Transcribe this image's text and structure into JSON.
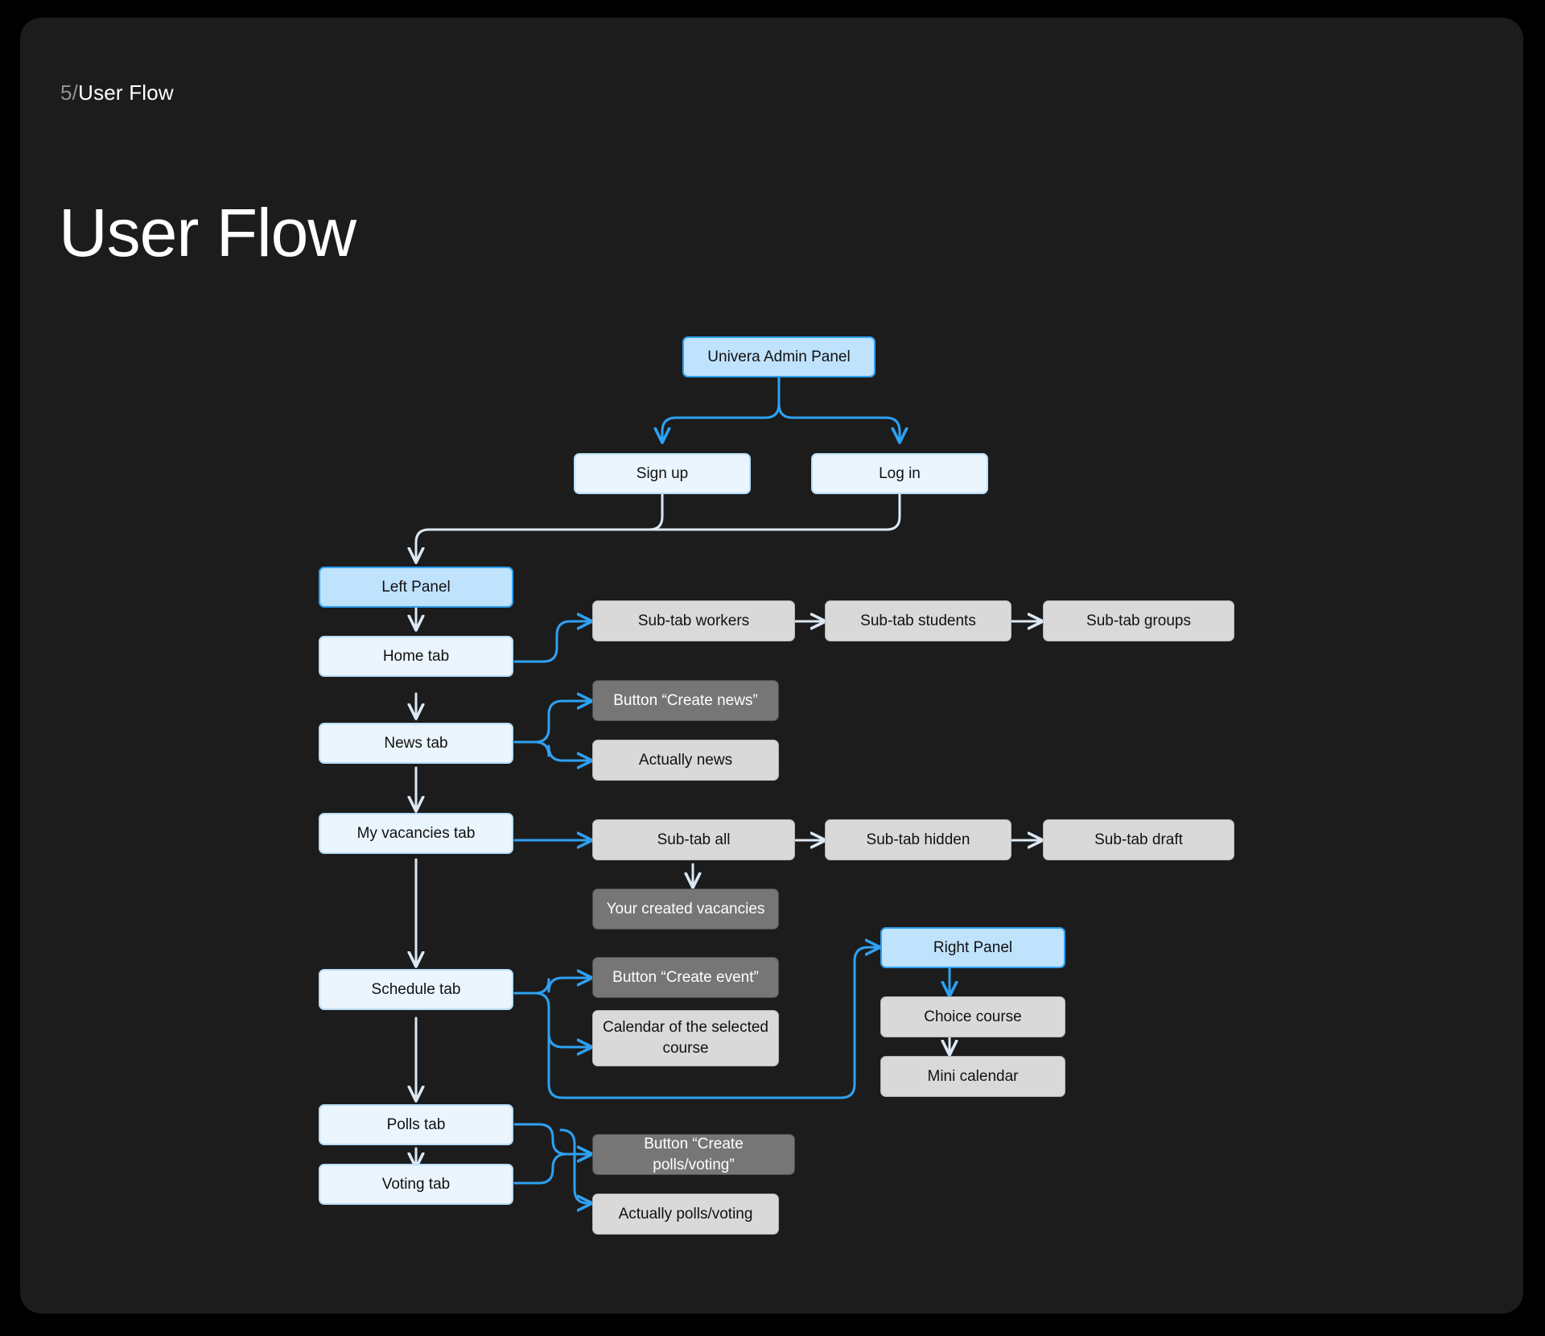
{
  "slide": {
    "number_prefix": "5/",
    "section_label": "User Flow",
    "title": "User Flow"
  },
  "colors": {
    "page_background": "#000000",
    "canvas_background": "#1c1c1c",
    "accent_blue": "#2ea1f2",
    "node_blue_strong_fill": "#bfe2fd",
    "node_blue_pale_fill": "#eaf5fe",
    "node_gray_light_fill": "#d9d9d9",
    "node_gray_dark_fill": "#767676",
    "connector_white": "#dce9f5",
    "connector_blue": "#2ea1f2"
  },
  "diagram": {
    "type": "flowchart",
    "nodes": {
      "root": "Univera Admin Panel",
      "sign_up": "Sign up",
      "log_in": "Log in",
      "left_panel": "Left Panel",
      "home_tab": "Home tab",
      "sub_tab_workers": "Sub-tab workers",
      "sub_tab_students": "Sub-tab students",
      "sub_tab_groups": "Sub-tab groups",
      "news_tab": "News tab",
      "button_create_news": "Button “Create news”",
      "actually_news": "Actually news",
      "my_vacancies_tab": "My vacancies tab",
      "sub_tab_all": "Sub-tab all",
      "sub_tab_hidden": "Sub-tab hidden",
      "sub_tab_draft": "Sub-tab draft",
      "your_created_vacancies": "Your created vacancies",
      "schedule_tab": "Schedule tab",
      "button_create_event": "Button “Create event”",
      "calendar_selected_course": "Calendar of the selected course",
      "right_panel": "Right Panel",
      "choice_course": "Choice course",
      "mini_calendar": "Mini calendar",
      "polls_tab": "Polls tab",
      "voting_tab": "Voting tab",
      "button_create_polls": "Button “Create polls/voting”",
      "actually_polls": "Actually polls/voting"
    },
    "edges": [
      {
        "from": "root",
        "to": "sign_up",
        "color": "blue"
      },
      {
        "from": "root",
        "to": "log_in",
        "color": "blue"
      },
      {
        "from": "sign_up",
        "to": "left_panel",
        "color": "white"
      },
      {
        "from": "log_in",
        "to": "left_panel",
        "color": "white"
      },
      {
        "from": "left_panel",
        "to": "home_tab",
        "color": "white"
      },
      {
        "from": "home_tab",
        "to": "sub_tab_workers",
        "color": "blue"
      },
      {
        "from": "sub_tab_workers",
        "to": "sub_tab_students",
        "color": "white"
      },
      {
        "from": "sub_tab_students",
        "to": "sub_tab_groups",
        "color": "white"
      },
      {
        "from": "home_tab",
        "to": "news_tab",
        "color": "white"
      },
      {
        "from": "news_tab",
        "to": "button_create_news",
        "color": "blue"
      },
      {
        "from": "news_tab",
        "to": "actually_news",
        "color": "blue"
      },
      {
        "from": "news_tab",
        "to": "my_vacancies_tab",
        "color": "white"
      },
      {
        "from": "my_vacancies_tab",
        "to": "sub_tab_all",
        "color": "blue"
      },
      {
        "from": "sub_tab_all",
        "to": "sub_tab_hidden",
        "color": "white"
      },
      {
        "from": "sub_tab_hidden",
        "to": "sub_tab_draft",
        "color": "white"
      },
      {
        "from": "sub_tab_all",
        "to": "your_created_vacancies",
        "color": "white"
      },
      {
        "from": "my_vacancies_tab",
        "to": "schedule_tab",
        "color": "white"
      },
      {
        "from": "schedule_tab",
        "to": "button_create_event",
        "color": "blue"
      },
      {
        "from": "schedule_tab",
        "to": "calendar_selected_course",
        "color": "blue"
      },
      {
        "from": "schedule_tab",
        "to": "right_panel",
        "color": "blue"
      },
      {
        "from": "right_panel",
        "to": "choice_course",
        "color": "blue"
      },
      {
        "from": "choice_course",
        "to": "mini_calendar",
        "color": "white"
      },
      {
        "from": "schedule_tab",
        "to": "polls_tab",
        "color": "white"
      },
      {
        "from": "polls_tab",
        "to": "voting_tab",
        "color": "white"
      },
      {
        "from": "polls_tab",
        "to": "button_create_polls",
        "color": "blue"
      },
      {
        "from": "polls_tab",
        "to": "actually_polls",
        "color": "blue"
      },
      {
        "from": "voting_tab",
        "to": "button_create_polls",
        "color": "blue"
      },
      {
        "from": "voting_tab",
        "to": "actually_polls",
        "color": "blue"
      }
    ]
  }
}
